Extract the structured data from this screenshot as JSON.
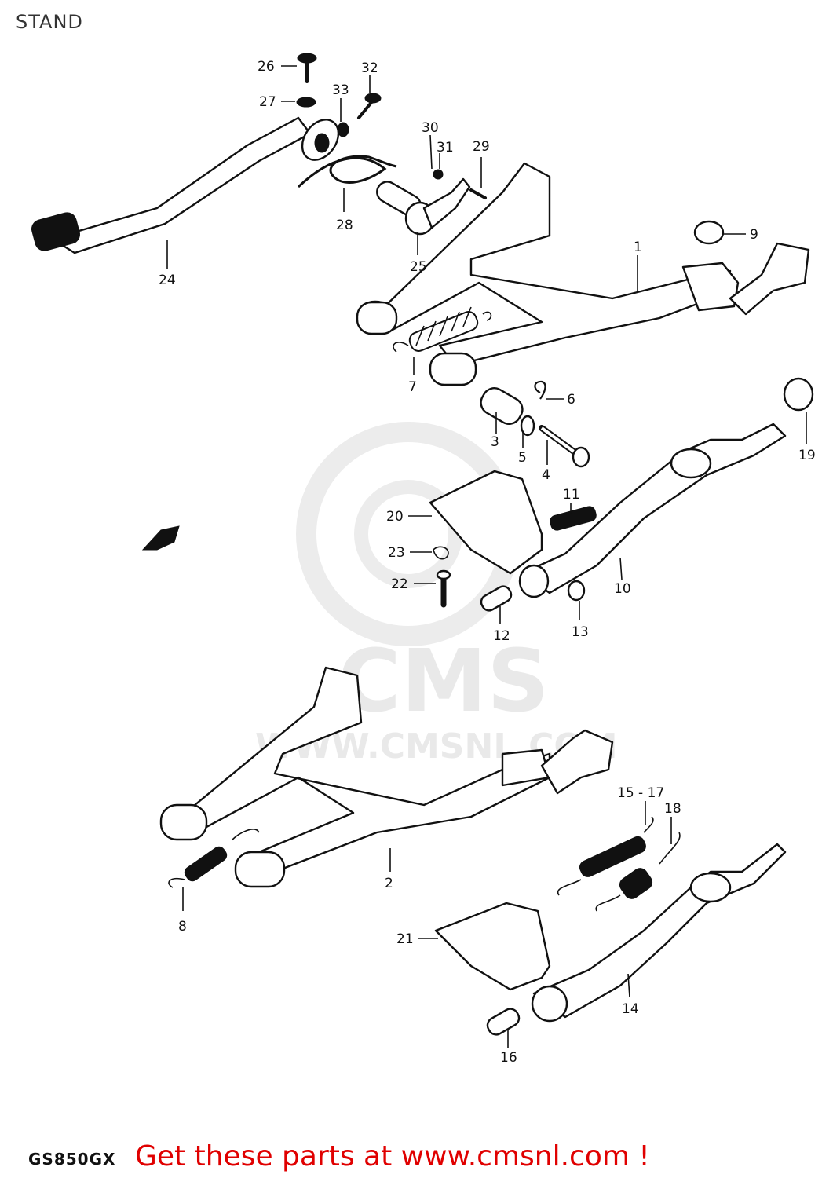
{
  "header": {
    "title": "STAND"
  },
  "footer": {
    "model": "GS850GX",
    "cta": "Get these parts at www.cmsnl.com !"
  },
  "watermark": {
    "brand": "CMS",
    "url": "WWW.CMSNL.COM"
  },
  "callouts": {
    "c1": "1",
    "c2": "2",
    "c3": "3",
    "c4": "4",
    "c5": "5",
    "c6": "6",
    "c7": "7",
    "c8": "8",
    "c9": "9",
    "c10": "10",
    "c11": "11",
    "c12": "12",
    "c13": "13",
    "c14": "14",
    "c15_17": "15 - 17",
    "c16": "16",
    "c18": "18",
    "c19": "19",
    "c20": "20",
    "c21": "21",
    "c22": "22",
    "c23": "23",
    "c24": "24",
    "c25": "25",
    "c26": "26",
    "c27": "27",
    "c28": "28",
    "c29": "29",
    "c30": "30",
    "c31": "31",
    "c32": "32",
    "c33": "33"
  }
}
